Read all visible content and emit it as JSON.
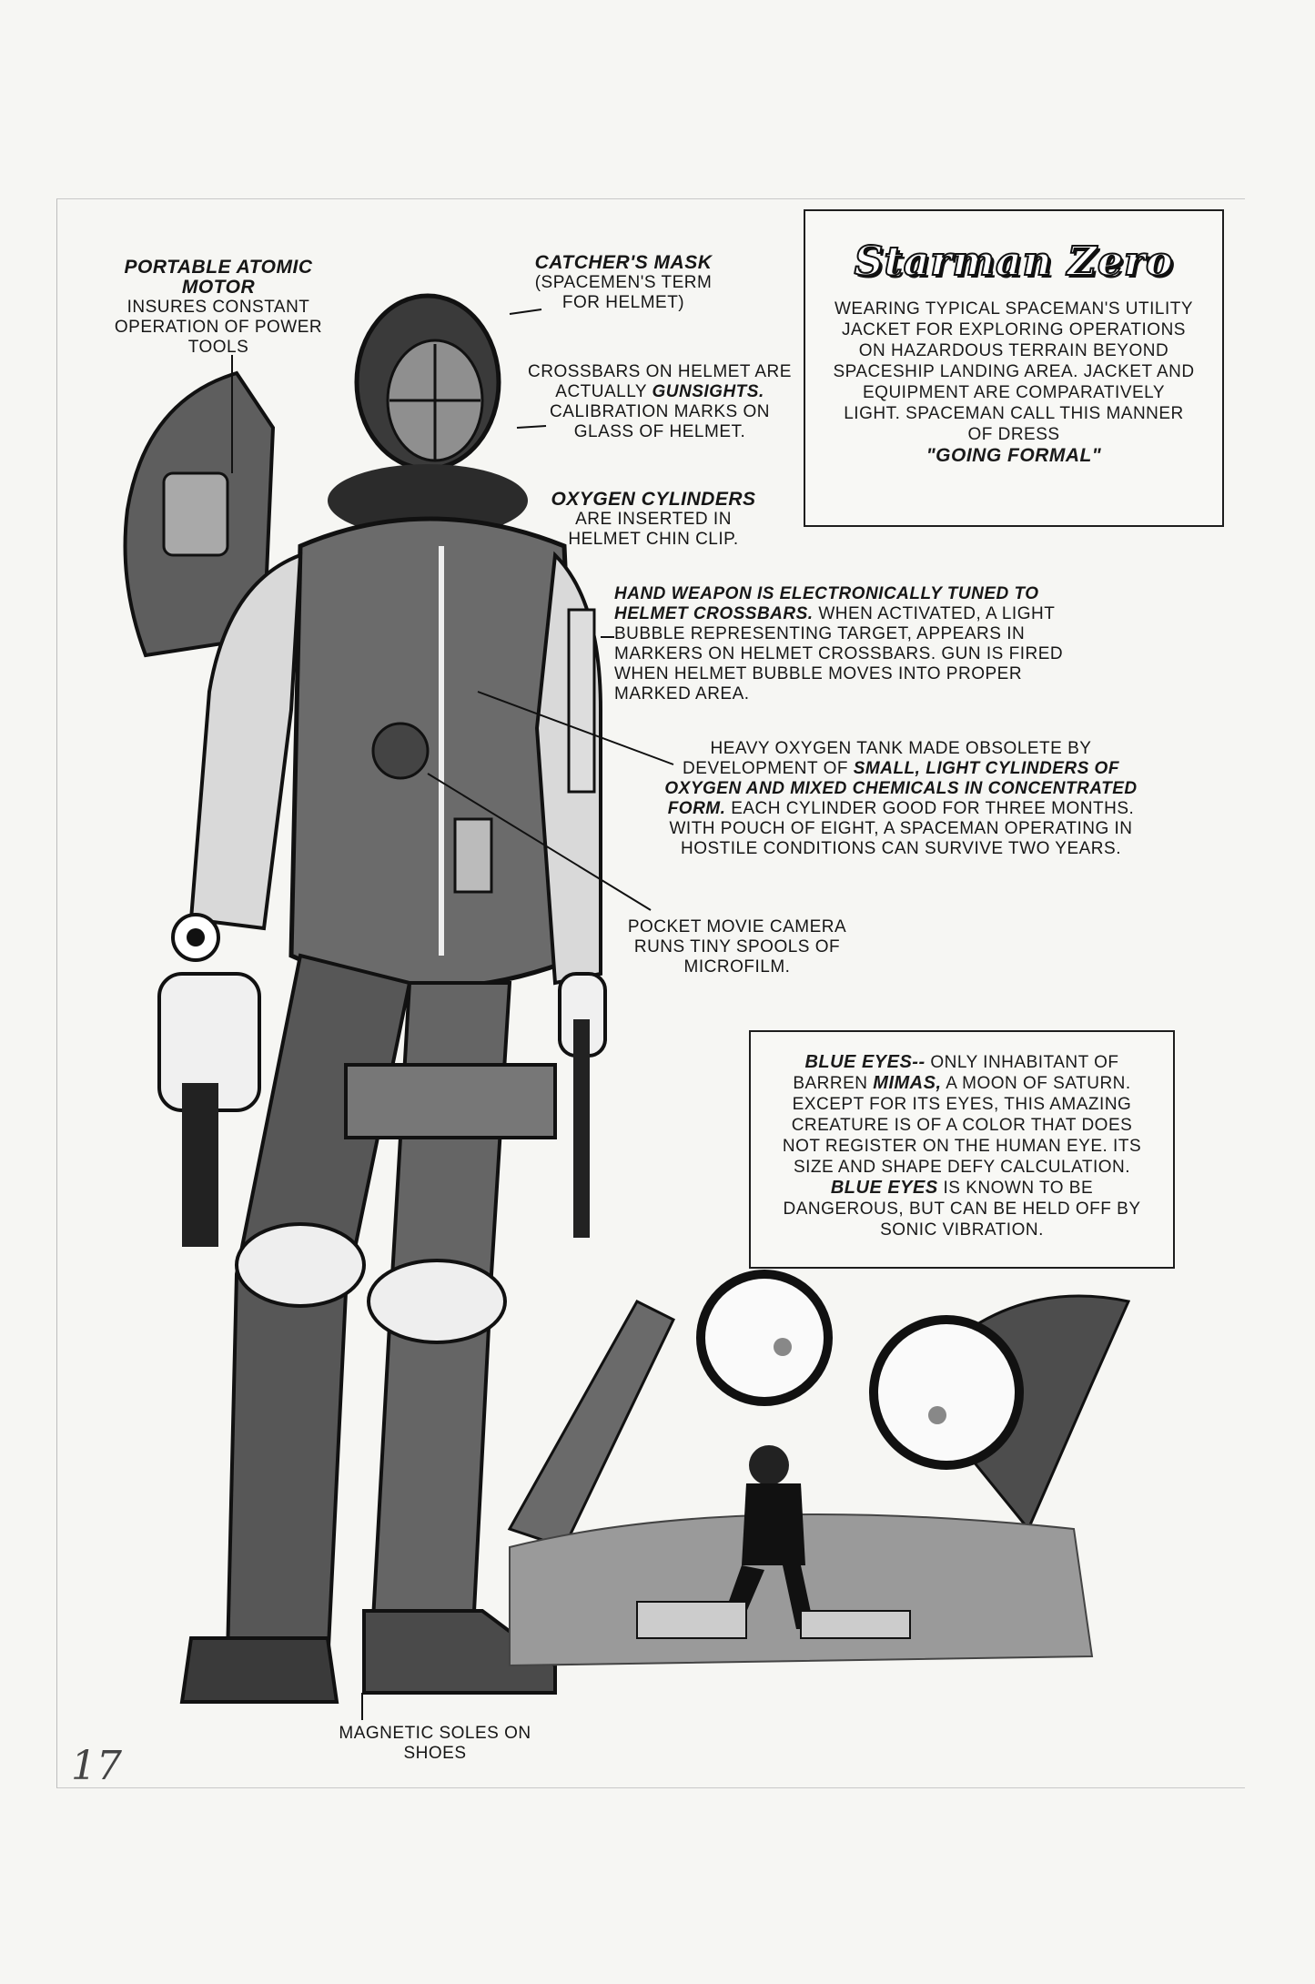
{
  "title": "Starman Zero",
  "intro": {
    "text": "Wearing typical spaceman's utility jacket for exploring operations on hazardous terrain beyond spaceship landing area. Jacket and equipment are comparatively light. Spaceman call this manner of dress",
    "emphasis": "\"Going Formal\""
  },
  "callouts": {
    "motor": {
      "head": "Portable Atomic Motor",
      "body": "Insures constant operation of power tools"
    },
    "mask": {
      "head": "Catcher's Mask",
      "body": "(Spacemen's term for helmet)"
    },
    "crossbars": {
      "pre": "Crossbars on helmet are actually",
      "bold": "Gunsights.",
      "post": "Calibration marks on glass of helmet."
    },
    "oxygen": {
      "head": "Oxygen Cylinders",
      "body": "are inserted in helmet chin clip."
    },
    "weapon": {
      "head": "Hand weapon is electronically tuned to helmet crossbars.",
      "body": "When activated, a light bubble representing target, appears in markers on helmet crossbars. Gun is fired when helmet bubble moves into proper marked area."
    },
    "tank": {
      "pre": "Heavy oxygen tank made obsolete by development of",
      "bold": "small, light cylinders of oxygen and mixed chemicals in concentrated form.",
      "post": "Each cylinder good for three months. With pouch of eight, a spaceman operating in hostile conditions can survive two years."
    },
    "camera": {
      "body": "Pocket movie camera runs tiny spools of microfilm."
    },
    "soles": {
      "body": "Magnetic soles on shoes"
    }
  },
  "blue_eyes": {
    "head": "Blue Eyes--",
    "t1": "only inhabitant of barren",
    "mimas": "Mimas,",
    "t2": "a moon of Saturn. Except for its eyes, this amazing creature is of a color that does not register on the human eye. Its size and shape defy calculation.",
    "bold2": "Blue Eyes",
    "t3": "is known to be dangerous, but can be held off by sonic vibration."
  },
  "page_number": "17"
}
